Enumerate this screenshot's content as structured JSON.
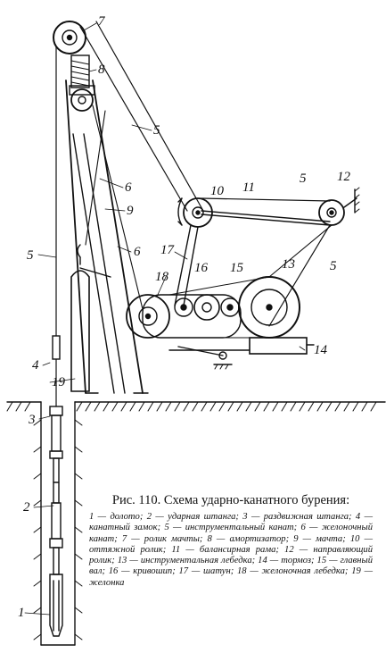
{
  "figure": {
    "caption_title": "Рис. 110. Схема ударно-канатного бурения:",
    "legend": "1 — долото; 2 — ударная штанга; 3 — раздвижная штанга; 4 — канатный замок; 5 — инструментальный канат; 6 — желоночный канат; 7 — ролик мачты; 8 — амортизатор; 9 — мачта; 10 — оттяжной ролик; 11 — балансирная рама; 12 — направляющий ролик; 13 — инструментальная лебедка; 14 — тормоз; 15 — главный вал; 16 — кривошип; 17 — шатун; 18 — желоночная лебедка; 19 — желонка",
    "callouts": {
      "n1": "1",
      "n2": "2",
      "n3": "3",
      "n4": "4",
      "n5a": "5",
      "n5b": "5",
      "n5c": "5",
      "n5d": "5",
      "n6a": "6",
      "n6b": "6",
      "n7": "7",
      "n8": "8",
      "n9": "9",
      "n10": "10",
      "n11": "11",
      "n12": "12",
      "n13": "13",
      "n14": "14",
      "n15": "15",
      "n16": "16",
      "n17": "17",
      "n18": "18",
      "n19": "19"
    }
  }
}
